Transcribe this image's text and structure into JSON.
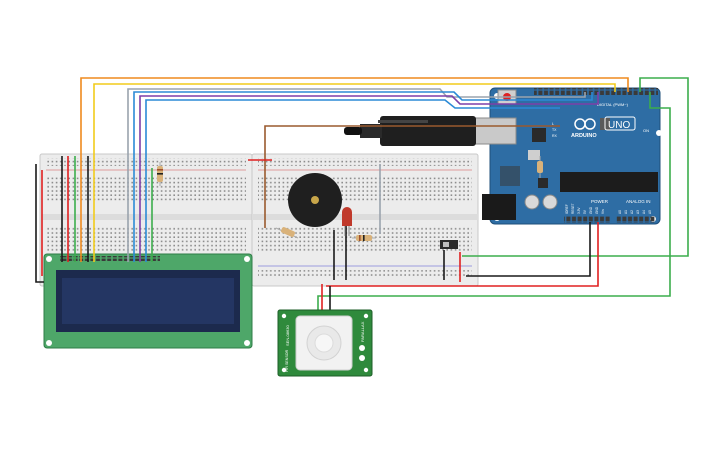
{
  "arduino": {
    "brand": "ARDUINO",
    "model": "UNO",
    "on_label": "ON",
    "digital_label": "DIGITAL (PWM~)",
    "power_label": "POWER",
    "analog_label": "ANALOG IN",
    "power_pins": [
      "IOREF",
      "RESET",
      "3.3V",
      "5V",
      "GND",
      "GND",
      "Vin"
    ],
    "analog_pins": [
      "A0",
      "A1",
      "A2",
      "A3",
      "A4",
      "A5"
    ],
    "tx_label": "TX",
    "rx_label": "RX",
    "l_label": "L"
  },
  "pir_sensor": {
    "model": "SEN-08630",
    "side_label": "PARALLAX",
    "bottom_label": "PIR SENSOR"
  },
  "colors": {
    "arduino_blue": "#2e6da4",
    "breadboard": "#ececec",
    "lcd_pcb": "#4ea769",
    "lcd_screen": "#1c2a4d",
    "pir_pcb": "#2f8a3c",
    "wire_orange": "#ef8a1e",
    "wire_yellow": "#f2cc1b",
    "wire_gray": "#9aa3ad",
    "wire_blue": "#2b8ad6",
    "wire_purple": "#7d3fa8",
    "wire_green": "#3cad4d",
    "wire_brown": "#9a5a2e",
    "wire_red": "#e02020",
    "wire_black": "#1a1a1a"
  },
  "icons": [
    "breadboard",
    "arduino-uno-board",
    "lcd-16x2",
    "pir-motion-sensor",
    "piezo-buzzer",
    "red-led",
    "resistor",
    "usb-cable",
    "slide-switch"
  ]
}
